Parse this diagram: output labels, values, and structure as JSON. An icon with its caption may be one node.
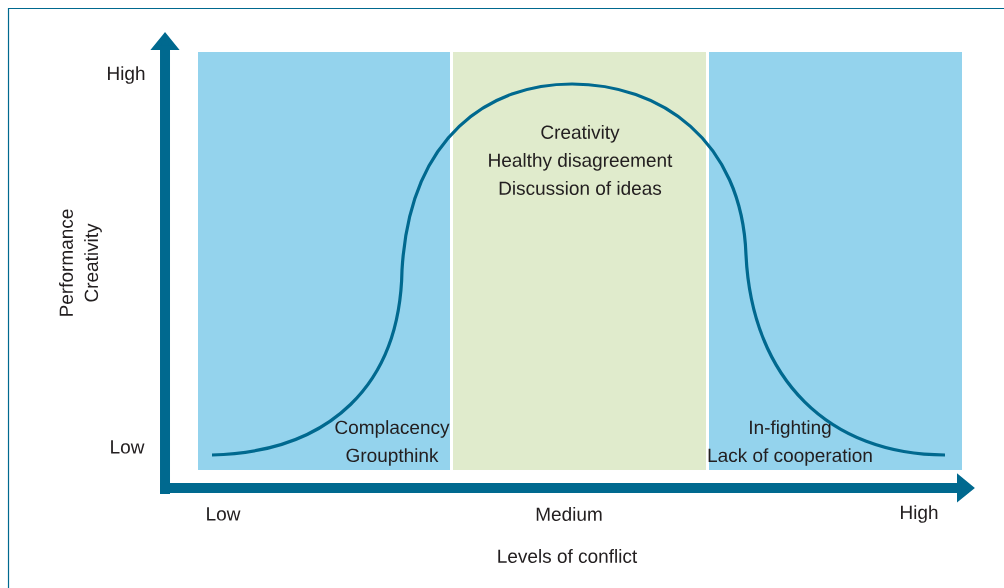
{
  "diagram": {
    "nodes": [
      {
        "text": [
          "Complacency",
          "Groupthink"
        ]
      },
      {
        "text": [
          "Creativity",
          "Healthy disagreement",
          "Discussion of ideas"
        ]
      },
      {
        "text": [
          "In-fighting",
          "Lack of cooperation"
        ]
      }
    ],
    "labels": [
      "High",
      "Performance",
      "Creativity",
      "Low",
      "Low",
      "Medium",
      "High",
      "Levels of conflict"
    ]
  }
}
